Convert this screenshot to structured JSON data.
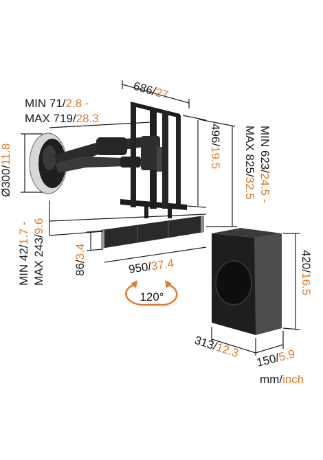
{
  "colors": {
    "metric": "#1a1a1a",
    "imperial": "#e07a2e",
    "product": "#2b2b2b"
  },
  "dims": {
    "width": {
      "mm": "686",
      "inch": "27"
    },
    "depth_min": {
      "label": "MIN 71",
      "inch": "2.8 -"
    },
    "depth_max": {
      "label": "MAX 719",
      "inch": "28.3"
    },
    "height": {
      "mm": "496",
      "inch": "19.5"
    },
    "drop_min": {
      "label": "MIN 623",
      "inch": "24.5 -"
    },
    "drop_max": {
      "label": "MAX 825",
      "inch": "32.5"
    },
    "wall_plate": {
      "mm": "Ø300",
      "inch": "11.8"
    },
    "bar_off_min": {
      "label": "MIN 42",
      "inch": "1.7 -"
    },
    "bar_off_max": {
      "label": "MAX 243",
      "inch": "9.6"
    },
    "bar_height": {
      "mm": "86",
      "inch": "3.4"
    },
    "bar_width": {
      "mm": "950",
      "inch": "37.4"
    },
    "rotation": "120°",
    "sub_height": {
      "mm": "420",
      "inch": "16.5"
    },
    "sub_depth": {
      "mm": "313",
      "inch": "12.3"
    },
    "sub_width": {
      "mm": "150",
      "inch": "5.9"
    }
  },
  "units": {
    "metric": "mm",
    "imperial": "inch"
  }
}
